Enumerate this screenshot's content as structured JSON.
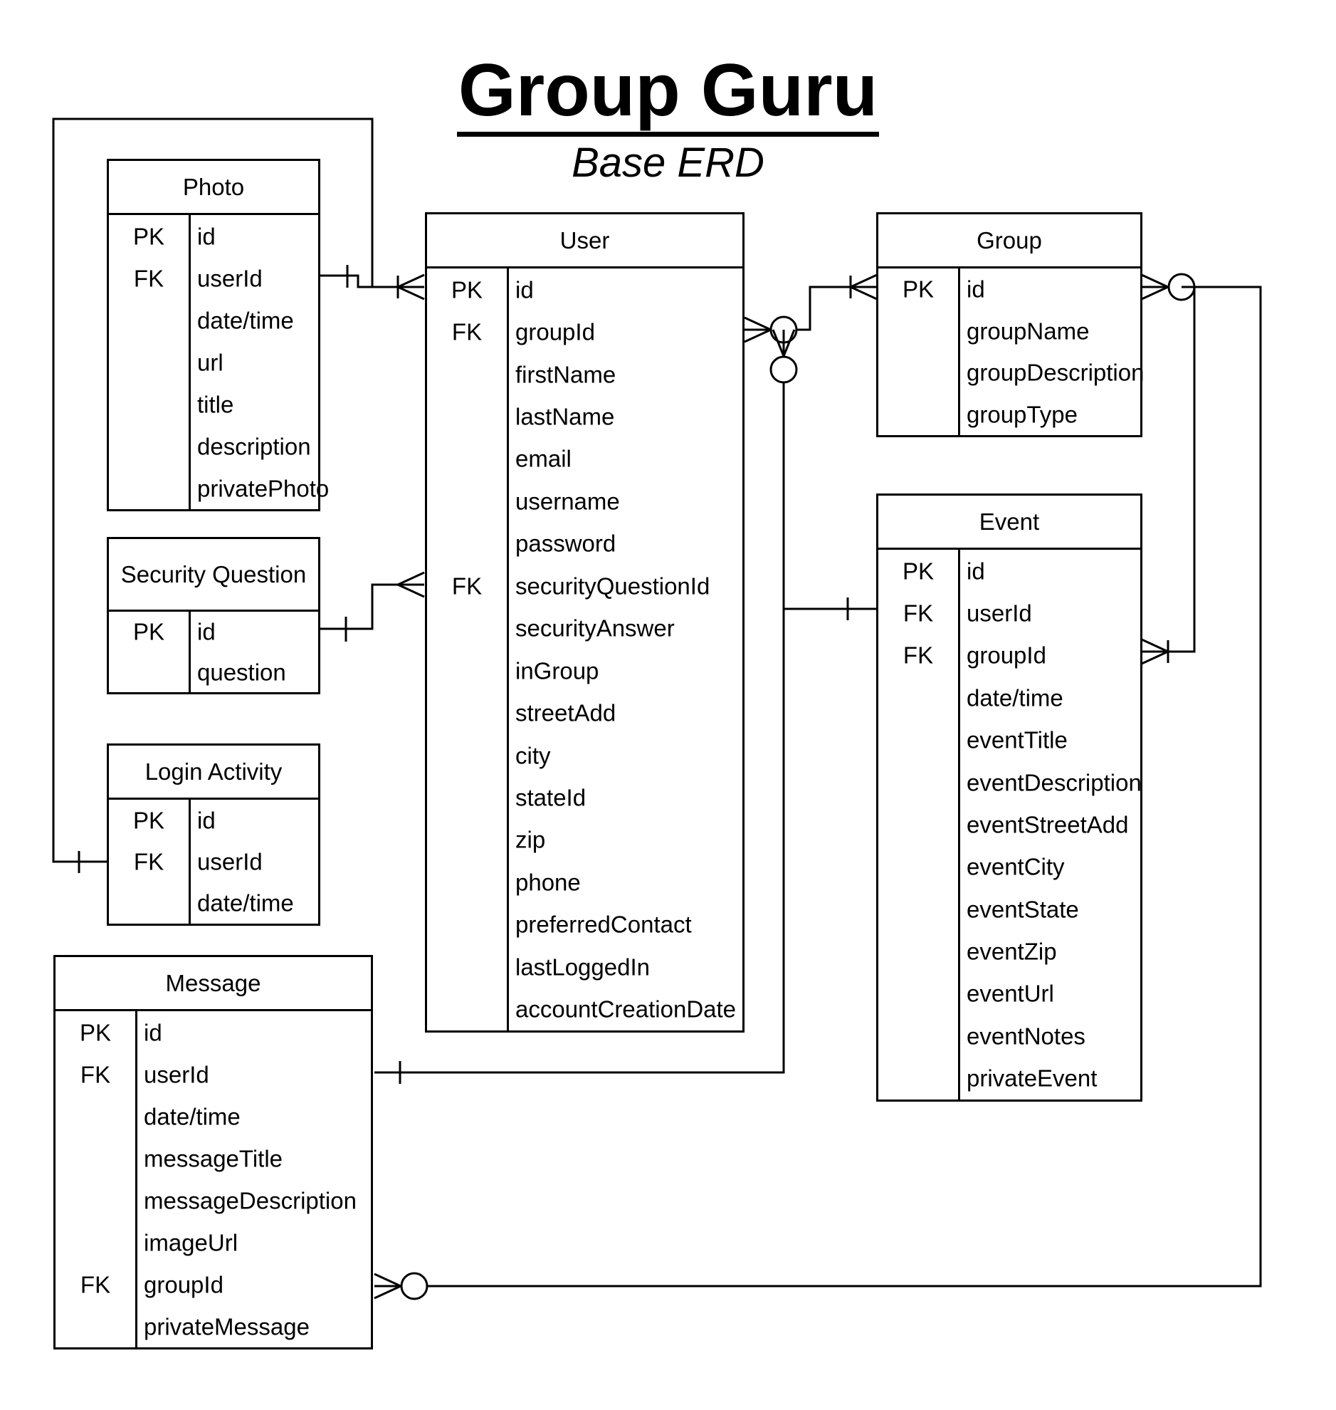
{
  "title": "Group Guru",
  "subtitle": "Base ERD",
  "entities": {
    "photo": {
      "name": "Photo",
      "rows": [
        {
          "key": "PK",
          "attr": "id"
        },
        {
          "key": "FK",
          "attr": "userId"
        },
        {
          "key": "",
          "attr": "date/time"
        },
        {
          "key": "",
          "attr": "url"
        },
        {
          "key": "",
          "attr": "title"
        },
        {
          "key": "",
          "attr": "description"
        },
        {
          "key": "",
          "attr": "privatePhoto"
        }
      ]
    },
    "security_question": {
      "name": "Security Question",
      "rows": [
        {
          "key": "PK",
          "attr": "id"
        },
        {
          "key": "",
          "attr": "question"
        }
      ]
    },
    "login_activity": {
      "name": "Login Activity",
      "rows": [
        {
          "key": "PK",
          "attr": "id"
        },
        {
          "key": "FK",
          "attr": "userId"
        },
        {
          "key": "",
          "attr": "date/time"
        }
      ]
    },
    "message": {
      "name": "Message",
      "rows": [
        {
          "key": "PK",
          "attr": "id"
        },
        {
          "key": "FK",
          "attr": "userId"
        },
        {
          "key": "",
          "attr": "date/time"
        },
        {
          "key": "",
          "attr": "messageTitle"
        },
        {
          "key": "",
          "attr": "messageDescription"
        },
        {
          "key": "",
          "attr": "imageUrl"
        },
        {
          "key": "FK",
          "attr": "groupId"
        },
        {
          "key": "",
          "attr": "privateMessage"
        }
      ]
    },
    "user": {
      "name": "User",
      "rows": [
        {
          "key": "PK",
          "attr": "id"
        },
        {
          "key": "FK",
          "attr": "groupId"
        },
        {
          "key": "",
          "attr": "firstName"
        },
        {
          "key": "",
          "attr": "lastName"
        },
        {
          "key": "",
          "attr": "email"
        },
        {
          "key": "",
          "attr": "username"
        },
        {
          "key": "",
          "attr": "password"
        },
        {
          "key": "FK",
          "attr": "securityQuestionId"
        },
        {
          "key": "",
          "attr": "securityAnswer"
        },
        {
          "key": "",
          "attr": "inGroup"
        },
        {
          "key": "",
          "attr": "streetAdd"
        },
        {
          "key": "",
          "attr": "city"
        },
        {
          "key": "",
          "attr": "stateId"
        },
        {
          "key": "",
          "attr": "zip"
        },
        {
          "key": "",
          "attr": "phone"
        },
        {
          "key": "",
          "attr": "preferredContact"
        },
        {
          "key": "",
          "attr": "lastLoggedIn"
        },
        {
          "key": "",
          "attr": "accountCreationDate"
        }
      ]
    },
    "group": {
      "name": "Group",
      "rows": [
        {
          "key": "PK",
          "attr": "id"
        },
        {
          "key": "",
          "attr": "groupName"
        },
        {
          "key": "",
          "attr": "groupDescription"
        },
        {
          "key": "",
          "attr": "groupType"
        }
      ]
    },
    "event": {
      "name": "Event",
      "rows": [
        {
          "key": "PK",
          "attr": "id"
        },
        {
          "key": "FK",
          "attr": "userId"
        },
        {
          "key": "FK",
          "attr": "groupId"
        },
        {
          "key": "",
          "attr": "date/time"
        },
        {
          "key": "",
          "attr": "eventTitle"
        },
        {
          "key": "",
          "attr": "eventDescription"
        },
        {
          "key": "",
          "attr": "eventStreetAdd"
        },
        {
          "key": "",
          "attr": "eventCity"
        },
        {
          "key": "",
          "attr": "eventState"
        },
        {
          "key": "",
          "attr": "eventZip"
        },
        {
          "key": "",
          "attr": "eventUrl"
        },
        {
          "key": "",
          "attr": "eventNotes"
        },
        {
          "key": "",
          "attr": "privateEvent"
        }
      ]
    }
  }
}
